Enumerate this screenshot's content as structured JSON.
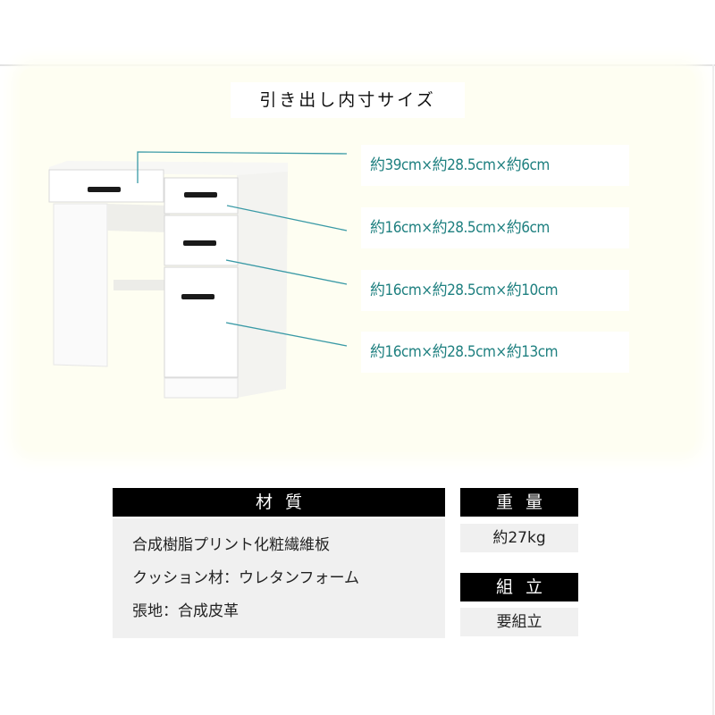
{
  "title": "引き出し内寸サイズ",
  "drawers": [
    {
      "size": "約39cm×約28.5cm×約6cm"
    },
    {
      "size": "約16cm×約28.5cm×約6cm"
    },
    {
      "size": "約16cm×約28.5cm×約10cm"
    },
    {
      "size": "約16cm×約28.5cm×約13cm"
    }
  ],
  "material": {
    "header": "材質",
    "lines": [
      "合成樹脂プリント化粧繊維板",
      "クッション材：ウレタンフォーム",
      "張地：合成皮革"
    ]
  },
  "weight": {
    "header": "重量",
    "value": "約27kg"
  },
  "assembly": {
    "header": "組立",
    "value": "要組立"
  },
  "colors": {
    "accent": "#1f8080",
    "panel": "#fefef2",
    "header_bg": "#000000",
    "body_bg": "#f0f0f0"
  }
}
